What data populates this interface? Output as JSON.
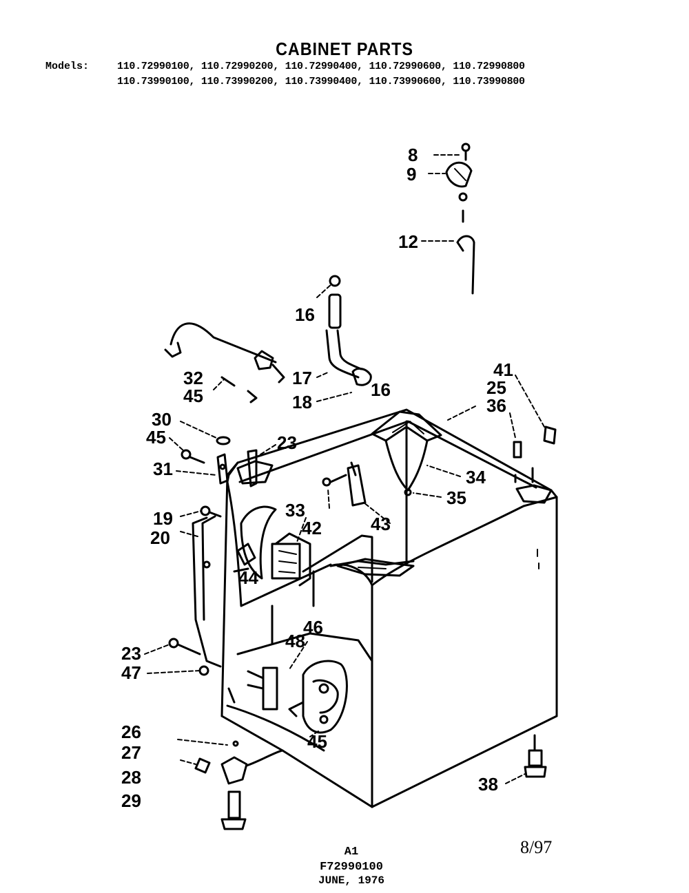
{
  "header": {
    "title": "CABINET PARTS",
    "models_label": "Models:",
    "models_line_1": "110.72990100, 110.72990200, 110.72990400, 110.72990600, 110.72990800",
    "models_line_2": "110.73990100, 110.73990200, 110.73990400, 110.73990600, 110.73990800"
  },
  "parts": {
    "p8": "8",
    "p9": "9",
    "p12": "12",
    "p16a": "16",
    "p16b": "16",
    "p17": "17",
    "p18": "18",
    "p32": "32",
    "p45a": "45",
    "p30": "30",
    "p45b": "45",
    "p31": "31",
    "p23a": "23",
    "p41": "41",
    "p25": "25",
    "p36": "36",
    "p34": "34",
    "p35": "35",
    "p33": "33",
    "p42": "42",
    "p43": "43",
    "p19": "19",
    "p20": "20",
    "p44": "44",
    "p46": "46",
    "p48": "48",
    "p23b": "23",
    "p47": "47",
    "p26": "26",
    "p27": "27",
    "p28": "28",
    "p29": "29",
    "p45c": "45",
    "p38": "38"
  },
  "footer": {
    "a1": "A1",
    "code": "F72990100",
    "date": "JUNE, 1976",
    "page_ref": "8/97"
  }
}
